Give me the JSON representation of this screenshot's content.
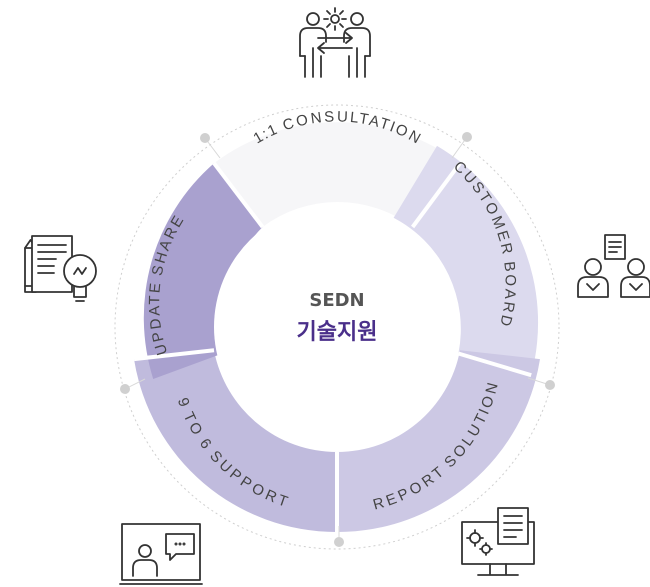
{
  "center": {
    "title": "SEDN",
    "subtitle": "기술지원"
  },
  "segments": [
    {
      "label": "1:1 CONSULTATION",
      "color": "#f6f6f8"
    },
    {
      "label": "CUSTOMER BOARD",
      "color": "#dcdaee"
    },
    {
      "label": "REPORT SOLUTION",
      "color": "#ccc8e4"
    },
    {
      "label": "9 TO 6 SUPPORT",
      "color": "#c0bbdd"
    },
    {
      "label": "UPDATE SHARE",
      "color": "#a9a1cf"
    }
  ],
  "colors": {
    "center_title": "#555555",
    "center_sub": "#4a2f8a",
    "label_text": "#444444",
    "icon_stroke": "#333333",
    "dot": "#d0d0d0",
    "dotted_ring": "#cfcfcf"
  },
  "icons": [
    "consultation-people-icon",
    "customer-board-people-icon",
    "report-solution-monitor-icon",
    "support-presenter-icon",
    "update-share-document-bulb-icon"
  ]
}
